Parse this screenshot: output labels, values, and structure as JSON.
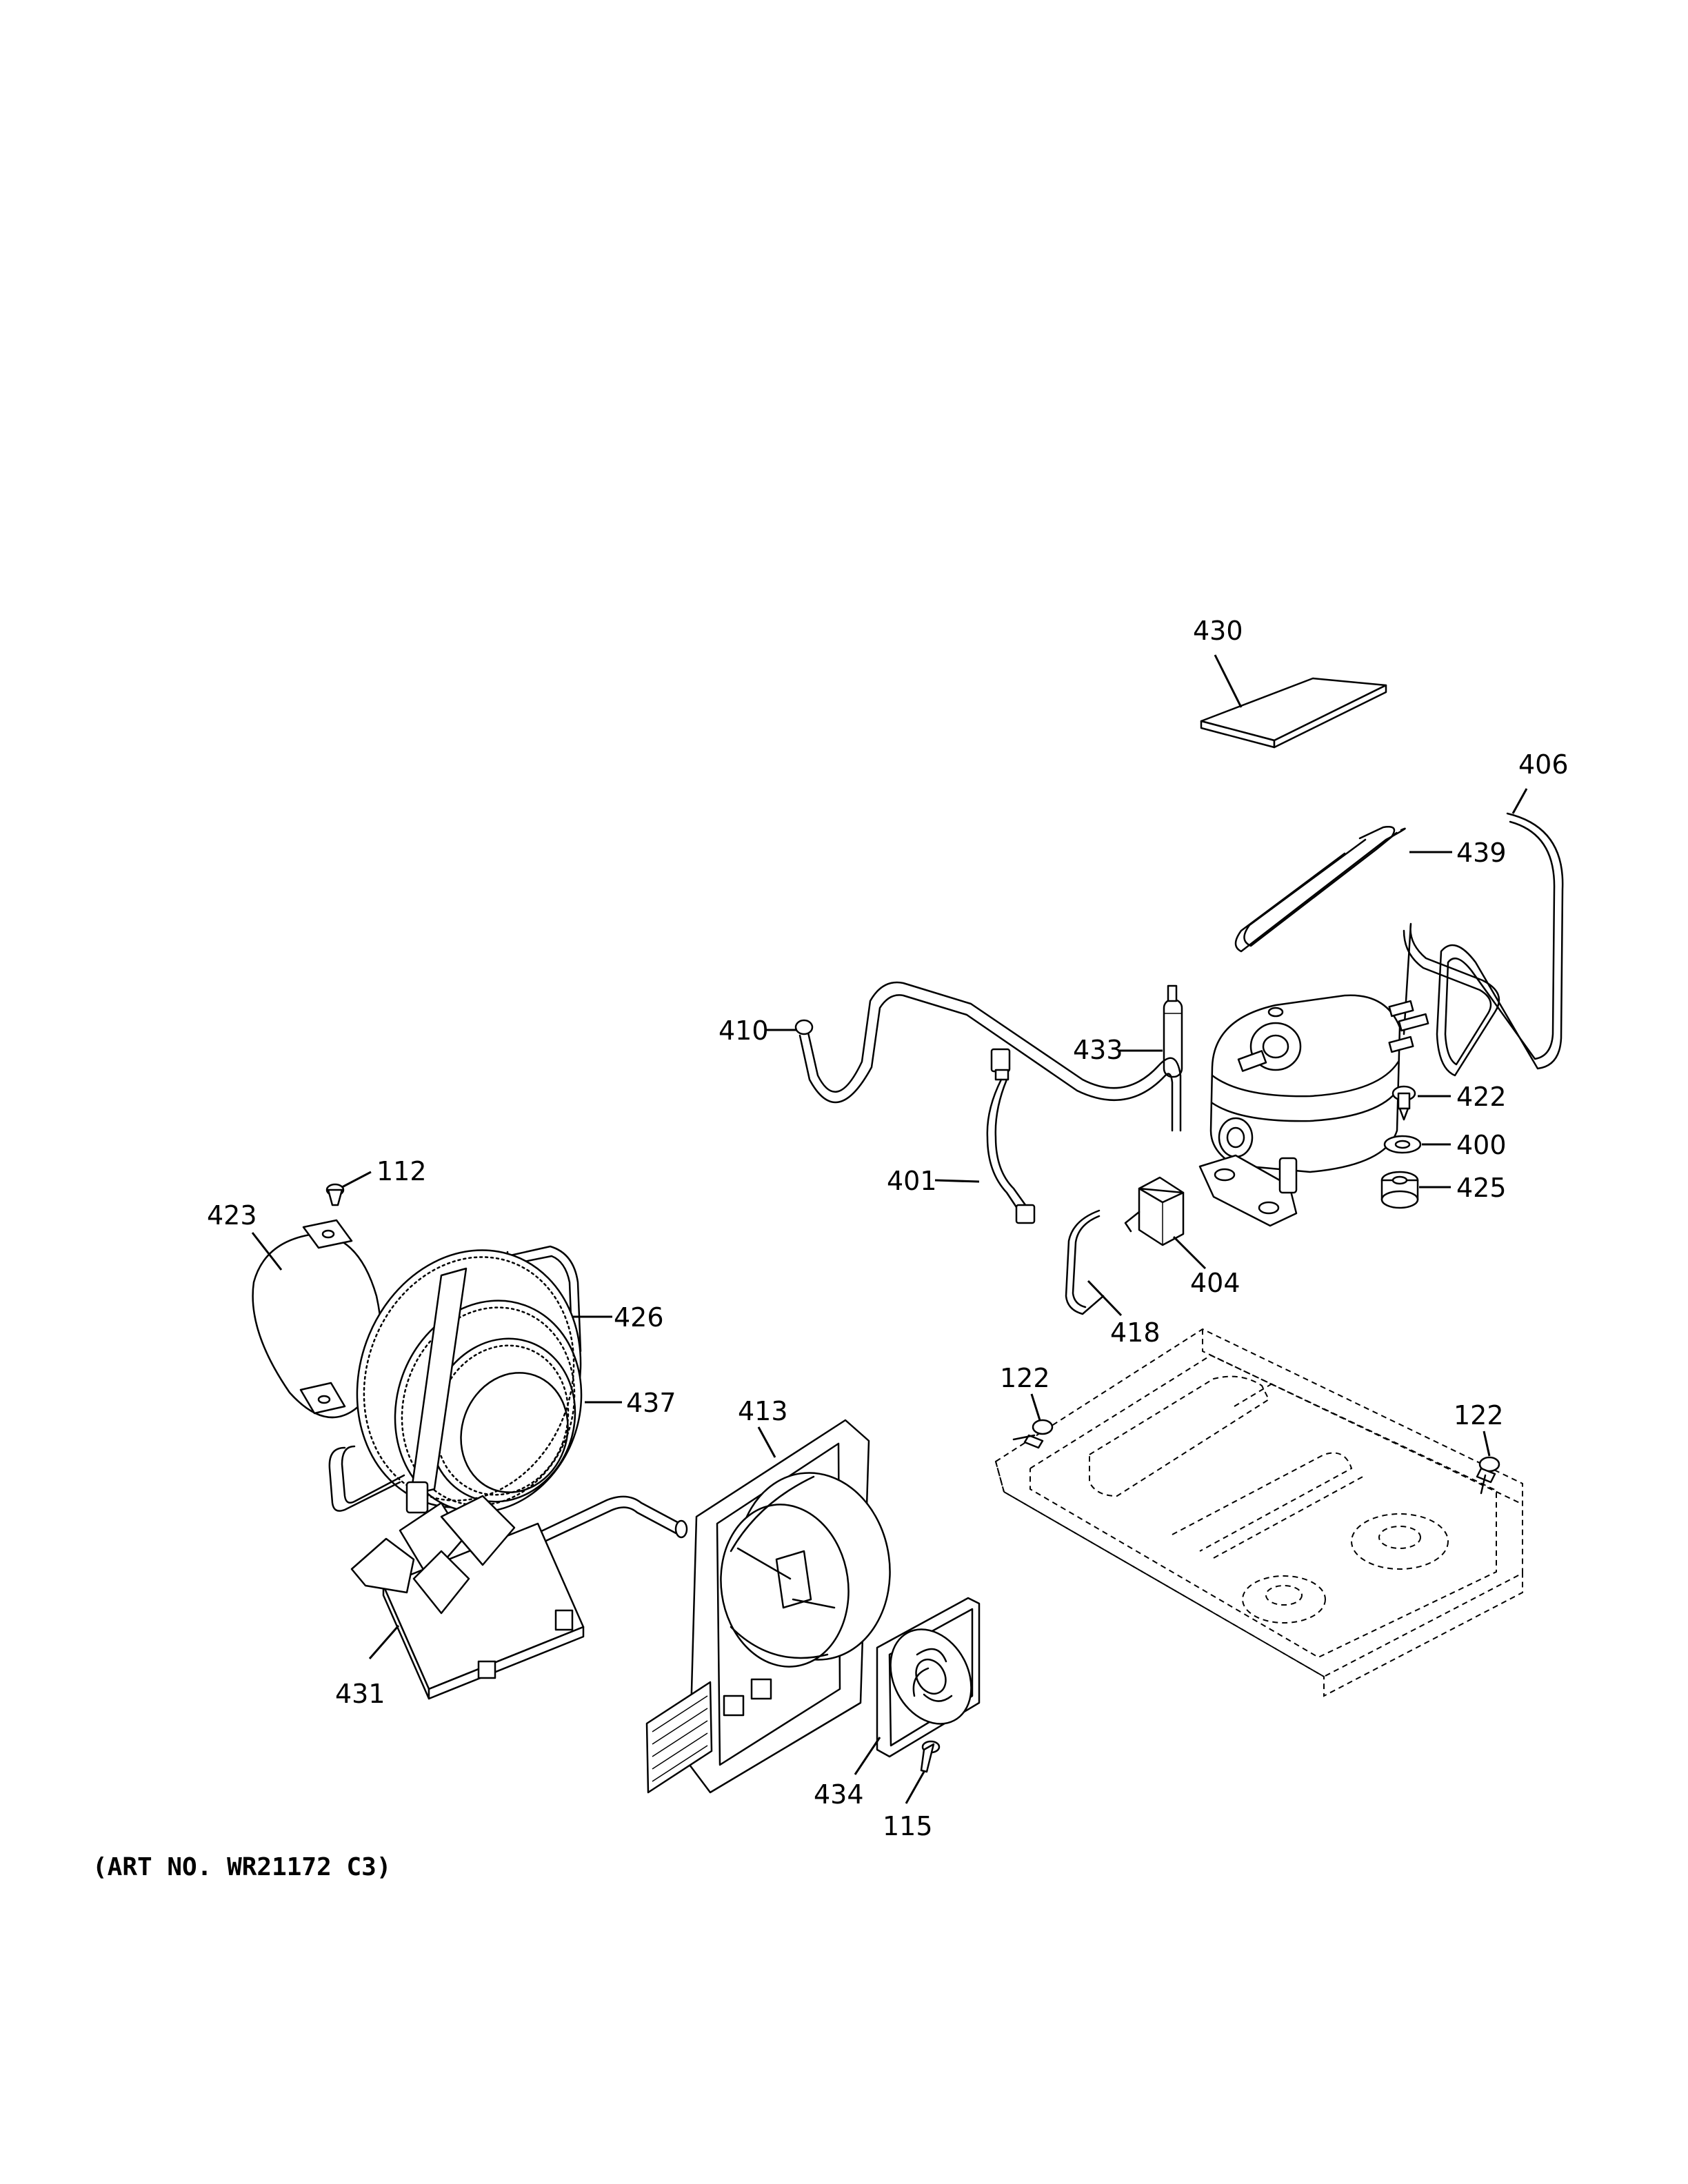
{
  "art_number": "(ART NO. WR21172 C3)",
  "labels": {
    "p430": "430",
    "p406": "406",
    "p439": "439",
    "p433": "433",
    "p410": "410",
    "p422": "422",
    "p400": "400",
    "p401": "401",
    "p425": "425",
    "p404": "404",
    "p418": "418",
    "p112": "112",
    "p423": "423",
    "p426": "426",
    "p437": "437",
    "p413": "413",
    "p122a": "122",
    "p122b": "122",
    "p431": "431",
    "p434": "434",
    "p115": "115"
  }
}
